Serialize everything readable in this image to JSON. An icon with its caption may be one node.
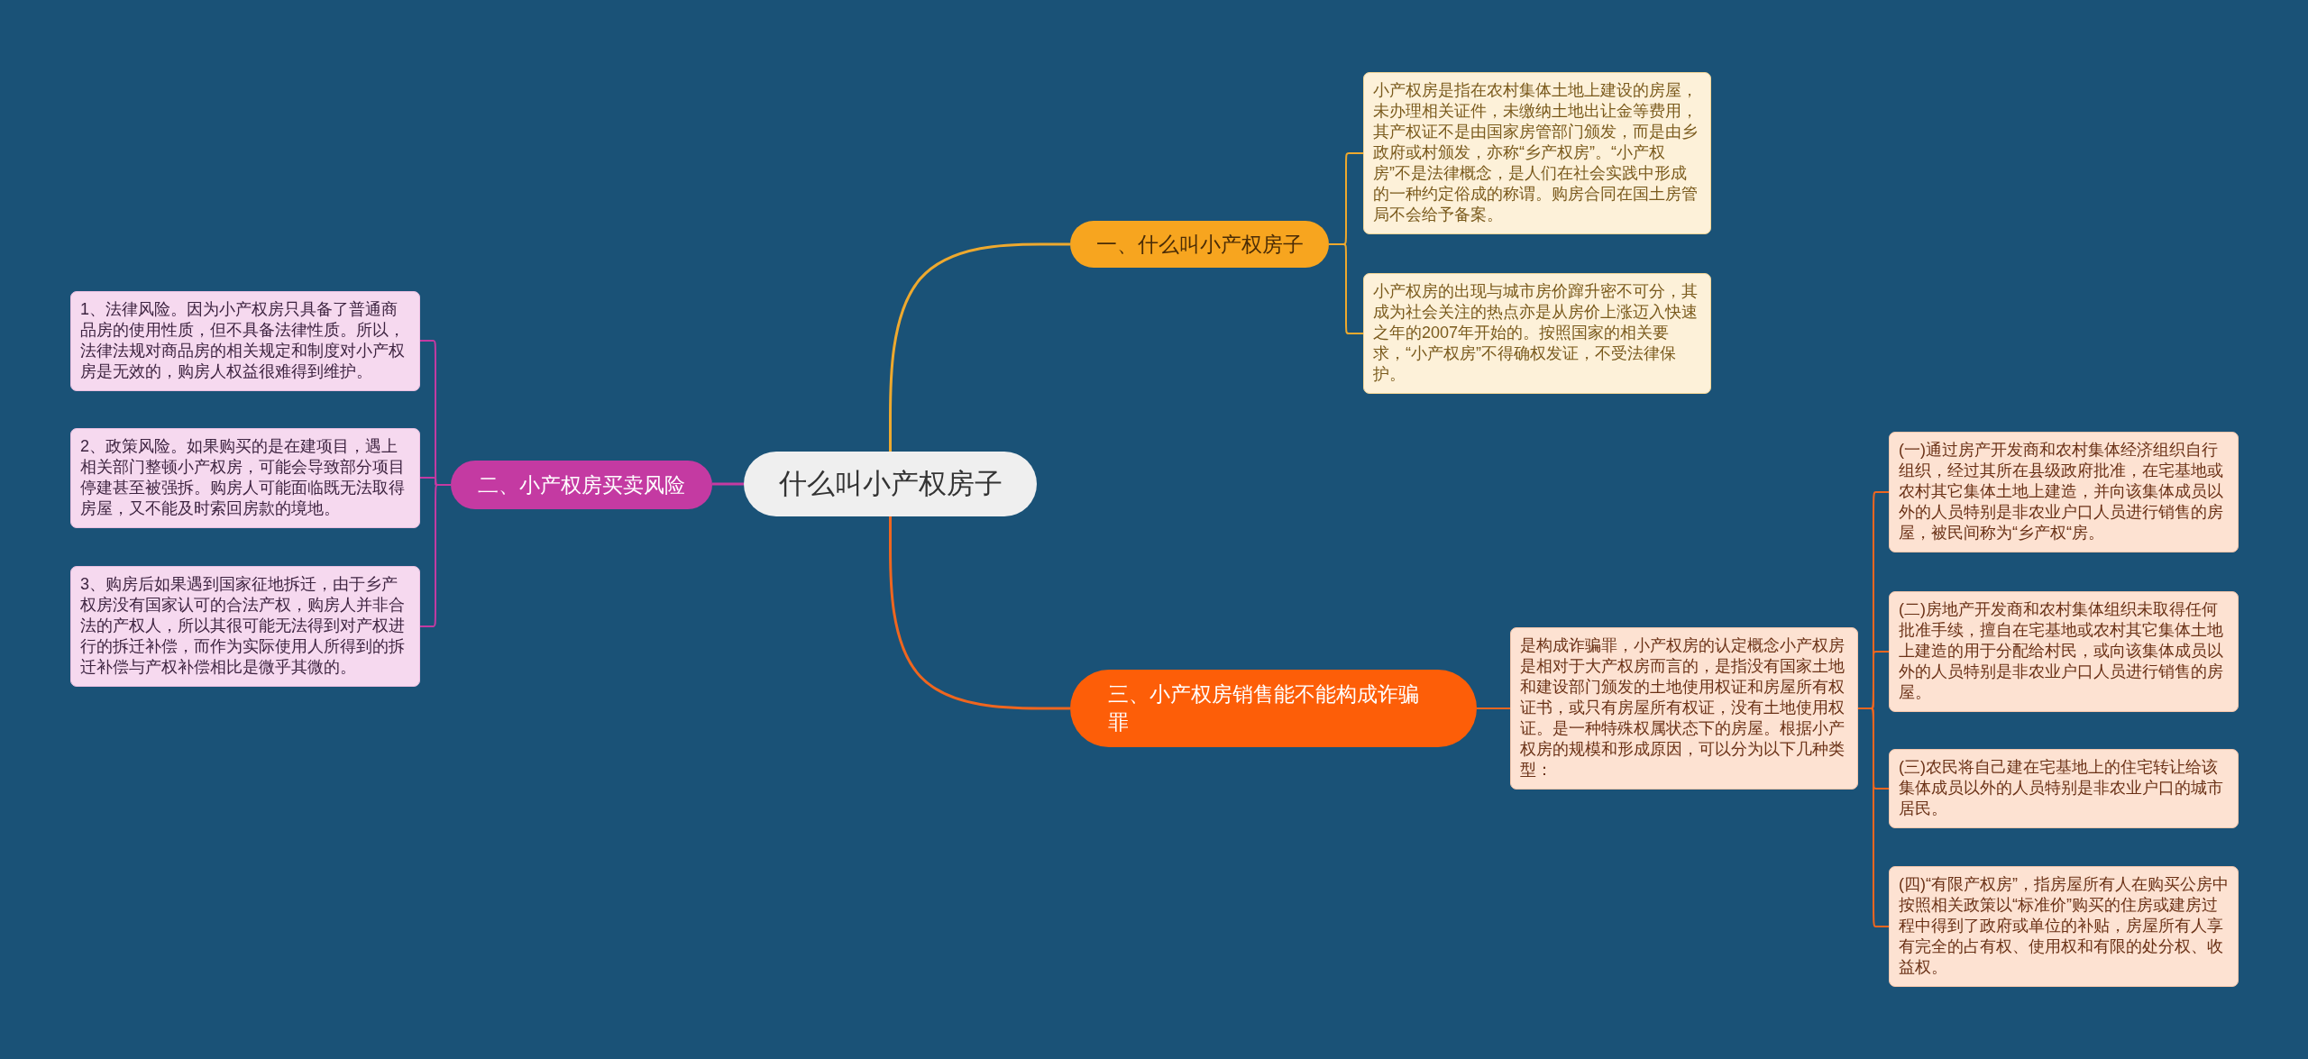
{
  "diagram": {
    "nodes": [
      {
        "text": [
          "什么叫小产权房子"
        ]
      },
      {
        "text": [
          "一、什么叫小产权房子"
        ]
      },
      {
        "text": [
          "小产权房是指在农村集体土地上建设的房屋，未办理相关证件，未缴纳土地出让金等费用，其产权证不是由国家房管部门颁发，而是由乡政府或村颁发，亦称“乡产权房”。“小产权房”不是法律概念，是人们在社会实践中形成的一种约定俗成的称谓。购房合同在国土房管局不会给予备案。"
        ]
      },
      {
        "text": [
          "小产权房的出现与城市房价蹿升密不可分，其成为社会关注的热点亦是从房价上涨迈入快速之年的2007年开始的。按照国家的相关要求，“小产权房”不得确权发证，不受法律保护。"
        ]
      },
      {
        "text": [
          "二、小产权房买卖风险"
        ]
      },
      {
        "text": [
          "1、法律风险。因为小产权房只具备了普通商品房的使用性质，但不具备法律性质。所以，法律法规对商品房的相关规定和制度对小产权房是无效的，购房人权益很难得到维护。"
        ]
      },
      {
        "text": [
          "2、政策风险。如果购买的是在建项目，遇上相关部门整顿小产权房，可能会导致部分项目停建甚至被强拆。购房人可能面临既无法取得房屋，又不能及时索回房款的境地。"
        ]
      },
      {
        "text": [
          "3、购房后如果遇到国家征地拆迁，由于乡产权房没有国家认可的合法产权，购房人并非合法的产权人，所以其很可能无法得到对产权进行的拆迁补偿，而作为实际使用人所得到的拆迁补偿与产权补偿相比是微乎其微的。"
        ]
      },
      {
        "text": [
          "三、小产权房销售能不能构成诈骗罪"
        ]
      },
      {
        "text": [
          "是构成诈骗罪，小产权房的认定概念小产权房是相对于大产权房而言的，是指没有国家土地和建设部门颁发的土地使用权证和房屋所有权证书，或只有房屋所有权证，没有土地使用权证。是一种特殊权属状态下的房屋。根据小产权房的规模和形成原因，可以分为以下几种类型："
        ]
      },
      {
        "text": [
          "(一)通过房产开发商和农村集体经济组织自行组织，经过其所在县级政府批准，在宅基地或农村其它集体土地上建造，并向该集体成员以外的人员特别是非农业户口人员进行销售的房屋，被民间称为“乡产权“房。"
        ]
      },
      {
        "text": [
          "(二)房地产开发商和农村集体组织未取得任何批准手续，擅自在宅基地或农村其它集体土地上建造的用于分配给村民，或向该集体成员以外的人员特别是非农业户口人员进行销售的房屋。"
        ]
      },
      {
        "text": [
          "(三)农民将自己建在宅基地上的住宅转让给该集体成员以外的人员特别是非农业户口的城市居民。"
        ]
      },
      {
        "text": [
          "(四)“有限产权房”，指房屋所有人在购买公房中按照相关政策以“标准价”购买的住房或建房过程中得到了政府或单位的补贴，房屋所有人享有完全的占有权、使用权和有限的处分权、收益权。"
        ]
      }
    ],
    "edges": [
      {
        "from": 0,
        "to": 1,
        "arrow": "none",
        "color": "#eea92e"
      },
      {
        "from": 1,
        "to": 2,
        "arrow": "none",
        "color": "#eea92e"
      },
      {
        "from": 1,
        "to": 3,
        "arrow": "none",
        "color": "#eea92e"
      },
      {
        "from": 0,
        "to": 4,
        "arrow": "none",
        "color": "#c43aa2"
      },
      {
        "from": 4,
        "to": 5,
        "arrow": "none",
        "color": "#c43aa2"
      },
      {
        "from": 4,
        "to": 6,
        "arrow": "none",
        "color": "#c43aa2"
      },
      {
        "from": 4,
        "to": 7,
        "arrow": "none",
        "color": "#c43aa2"
      },
      {
        "from": 0,
        "to": 8,
        "arrow": "none"
      },
      {
        "from": 8,
        "to": 9,
        "arrow": "none"
      },
      {
        "from": 9,
        "to": 10,
        "arrow": "none"
      },
      {
        "from": 9,
        "to": 11,
        "arrow": "none"
      },
      {
        "from": 9,
        "to": 12,
        "arrow": "none"
      },
      {
        "from": 9,
        "to": 13,
        "arrow": "none"
      }
    ]
  }
}
